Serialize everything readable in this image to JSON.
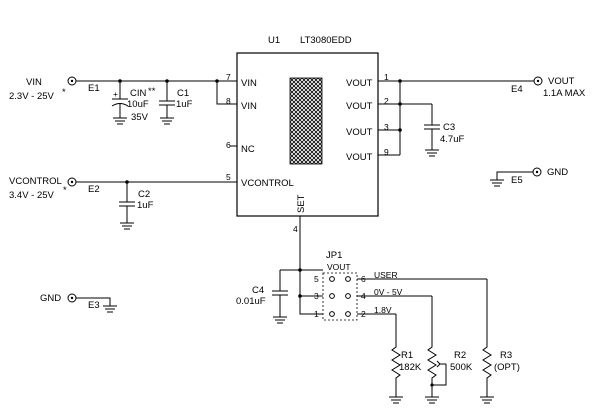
{
  "ic": {
    "ref": "U1",
    "part": "LT3080EDD",
    "pins": {
      "vin1": "VIN",
      "vin2": "VIN",
      "nc": "NC",
      "vcontrol": "VCONTROL",
      "vout1": "VOUT",
      "vout2": "VOUT",
      "vout3": "VOUT",
      "vout4": "VOUT",
      "set": "SET"
    },
    "pin_numbers": {
      "p7": "7",
      "p8": "8",
      "p6": "6",
      "p5": "5",
      "p1": "1",
      "p2": "2",
      "p3": "3",
      "p9": "9",
      "p4": "4"
    }
  },
  "terminals": {
    "vin": {
      "ref": "E1",
      "label": "VIN",
      "range": "2.3V - 25V",
      "note": "*"
    },
    "vcontrol": {
      "ref": "E2",
      "label": "VCONTROL",
      "range": "3.4V - 25V",
      "note": "*"
    },
    "gnd_left": {
      "ref": "E3",
      "label": "GND"
    },
    "vout": {
      "ref": "E4",
      "label": "VOUT",
      "max": "1.1A MAX"
    },
    "gnd_right": {
      "ref": "E5",
      "label": "GND"
    }
  },
  "capacitors": {
    "cin": {
      "ref": "CIN",
      "note": "**",
      "value": "10uF",
      "voltage": "35V",
      "polarity": "+"
    },
    "c1": {
      "ref": "C1",
      "value": "1uF"
    },
    "c2": {
      "ref": "C2",
      "value": "1uF"
    },
    "c3": {
      "ref": "C3",
      "value": "4.7uF"
    },
    "c4": {
      "ref": "C4",
      "value": "0.01uF"
    }
  },
  "jumper": {
    "ref": "JP1",
    "label": "VOUT",
    "pins": {
      "p1": "1",
      "p2": "2",
      "p3": "3",
      "p4": "4",
      "p5": "5",
      "p6": "6"
    },
    "options": {
      "user": "USER",
      "range": "0V - 5V",
      "fixed": "1.8V"
    }
  },
  "resistors": {
    "r1": {
      "ref": "R1",
      "value": "182K"
    },
    "r2": {
      "ref": "R2",
      "value": "500K"
    },
    "r3": {
      "ref": "R3",
      "value": "(OPT)"
    }
  }
}
